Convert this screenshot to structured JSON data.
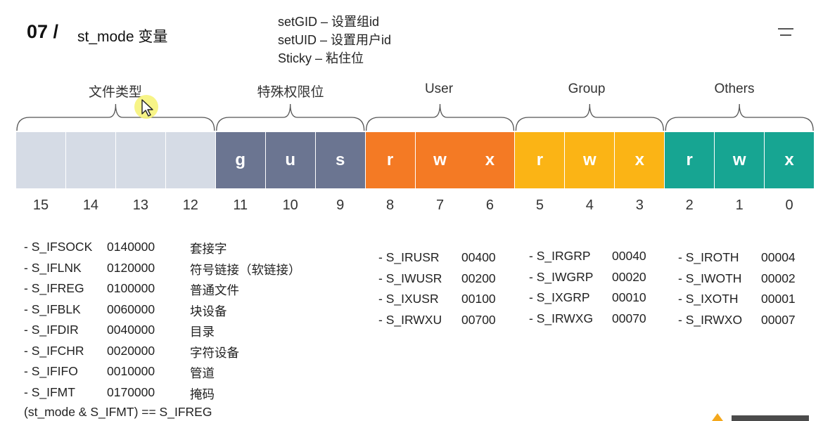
{
  "header": {
    "number": "07 /",
    "title": "st_mode 变量",
    "special_bits": [
      "setGID – 设置组id",
      "setUID – 设置用户id",
      "Sticky – 粘住位"
    ]
  },
  "groups": [
    {
      "label": "文件类型",
      "start": 15,
      "end": 12
    },
    {
      "label": "特殊权限位",
      "start": 11,
      "end": 9
    },
    {
      "label": "User",
      "start": 8,
      "end": 6
    },
    {
      "label": "Group",
      "start": 5,
      "end": 3
    },
    {
      "label": "Others",
      "start": 2,
      "end": 0
    }
  ],
  "cells": [
    {
      "bit": "15",
      "letter": "",
      "color": "#d5dbe5"
    },
    {
      "bit": "14",
      "letter": "",
      "color": "#d5dbe5"
    },
    {
      "bit": "13",
      "letter": "",
      "color": "#d5dbe5"
    },
    {
      "bit": "12",
      "letter": "",
      "color": "#d5dbe5"
    },
    {
      "bit": "11",
      "letter": "g",
      "color": "#6b7591"
    },
    {
      "bit": "10",
      "letter": "u",
      "color": "#6b7591"
    },
    {
      "bit": "9",
      "letter": "s",
      "color": "#6b7591"
    },
    {
      "bit": "8",
      "letter": "r",
      "color": "#f47a24"
    },
    {
      "bit": "7",
      "letter": "w",
      "color": "#f47a24"
    },
    {
      "bit": "6",
      "letter": "x",
      "color": "#f47a24"
    },
    {
      "bit": "5",
      "letter": "r",
      "color": "#fbb415"
    },
    {
      "bit": "4",
      "letter": "w",
      "color": "#fbb415"
    },
    {
      "bit": "3",
      "letter": "x",
      "color": "#fbb415"
    },
    {
      "bit": "2",
      "letter": "r",
      "color": "#17a592"
    },
    {
      "bit": "1",
      "letter": "w",
      "color": "#17a592"
    },
    {
      "bit": "0",
      "letter": "x",
      "color": "#17a592"
    }
  ],
  "file_types": [
    {
      "name": "- S_IFSOCK",
      "value": "0140000",
      "desc": "套接字"
    },
    {
      "name": "- S_IFLNK",
      "value": "0120000",
      "desc": "符号链接（软链接）"
    },
    {
      "name": "- S_IFREG",
      "value": "0100000",
      "desc": "普通文件"
    },
    {
      "name": "- S_IFBLK",
      "value": "0060000",
      "desc": "块设备"
    },
    {
      "name": "- S_IFDIR",
      "value": "0040000",
      "desc": "目录"
    },
    {
      "name": "- S_IFCHR",
      "value": "0020000",
      "desc": "字符设备"
    },
    {
      "name": "- S_IFIFO",
      "value": "0010000",
      "desc": "管道"
    },
    {
      "name": "- S_IFMT",
      "value": "0170000",
      "desc": "掩码"
    }
  ],
  "expression": "(st_mode & S_IFMT) ==  S_IFREG",
  "user_perms": [
    {
      "name": "- S_IRUSR",
      "value": "00400"
    },
    {
      "name": "- S_IWUSR",
      "value": "00200"
    },
    {
      "name": "- S_IXUSR",
      "value": "00100"
    },
    {
      "name": "- S_IRWXU",
      "value": "00700"
    }
  ],
  "group_perms": [
    {
      "name": "- S_IRGRP",
      "value": "00040"
    },
    {
      "name": "- S_IWGRP",
      "value": "00020"
    },
    {
      "name": "- S_IXGRP",
      "value": "00010"
    },
    {
      "name": "- S_IRWXG",
      "value": "00070"
    }
  ],
  "other_perms": [
    {
      "name": "- S_IROTH",
      "value": "00004"
    },
    {
      "name": "- S_IWOTH",
      "value": "00002"
    },
    {
      "name": "- S_IXOTH",
      "value": "00001"
    },
    {
      "name": "- S_IRWXO",
      "value": "00007"
    }
  ]
}
